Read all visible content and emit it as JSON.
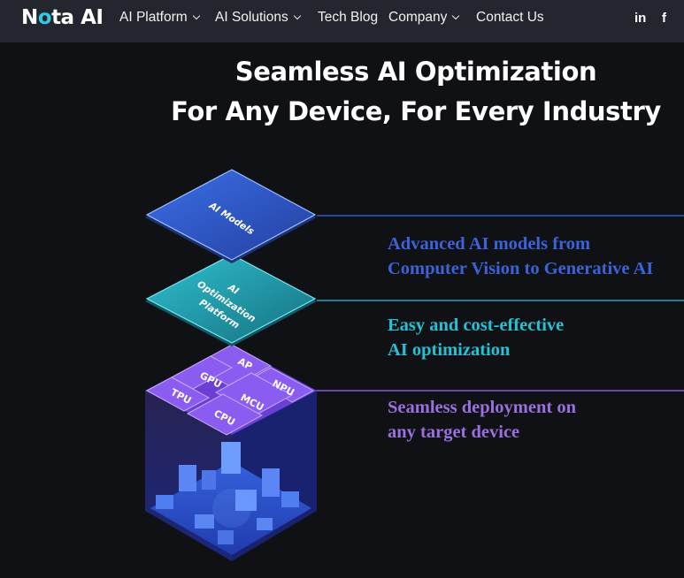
{
  "nav": {
    "logo": {
      "part1": "N",
      "part2": "o",
      "part3": "ta AI"
    },
    "items": [
      {
        "label": "AI Platform",
        "has_caret": true
      },
      {
        "label": "AI Solutions",
        "has_caret": true
      },
      {
        "label": "Tech Blog",
        "has_caret": false
      },
      {
        "label": "Company",
        "has_caret": true
      },
      {
        "label": "Contact Us",
        "has_caret": false
      }
    ],
    "social": {
      "linkedin": "in",
      "facebook": "f"
    }
  },
  "hero": {
    "line1": "Seamless AI Optimization",
    "line2": "For Any Device, For Every Industry"
  },
  "layers": {
    "models": {
      "label": "AI Models",
      "color": "#2f5bd6"
    },
    "platform": {
      "line1": "AI",
      "line2": "Optimization",
      "line3": "Platform",
      "color": "#1fa9bf"
    },
    "chips": [
      "AP",
      "GPU",
      "NPU",
      "TPU",
      "MCU",
      "CPU"
    ],
    "chip_color": "#8a5cf0"
  },
  "features": [
    {
      "line1": "Advanced AI models from",
      "line2": "Computer Vision to Generative AI",
      "color": "#3b62d8"
    },
    {
      "line1": "Easy and cost-effective",
      "line2": "AI optimization",
      "color": "#22c3d6"
    },
    {
      "line1": "Seamless deployment on",
      "line2": "any target device",
      "color": "#9a6fe0"
    }
  ]
}
